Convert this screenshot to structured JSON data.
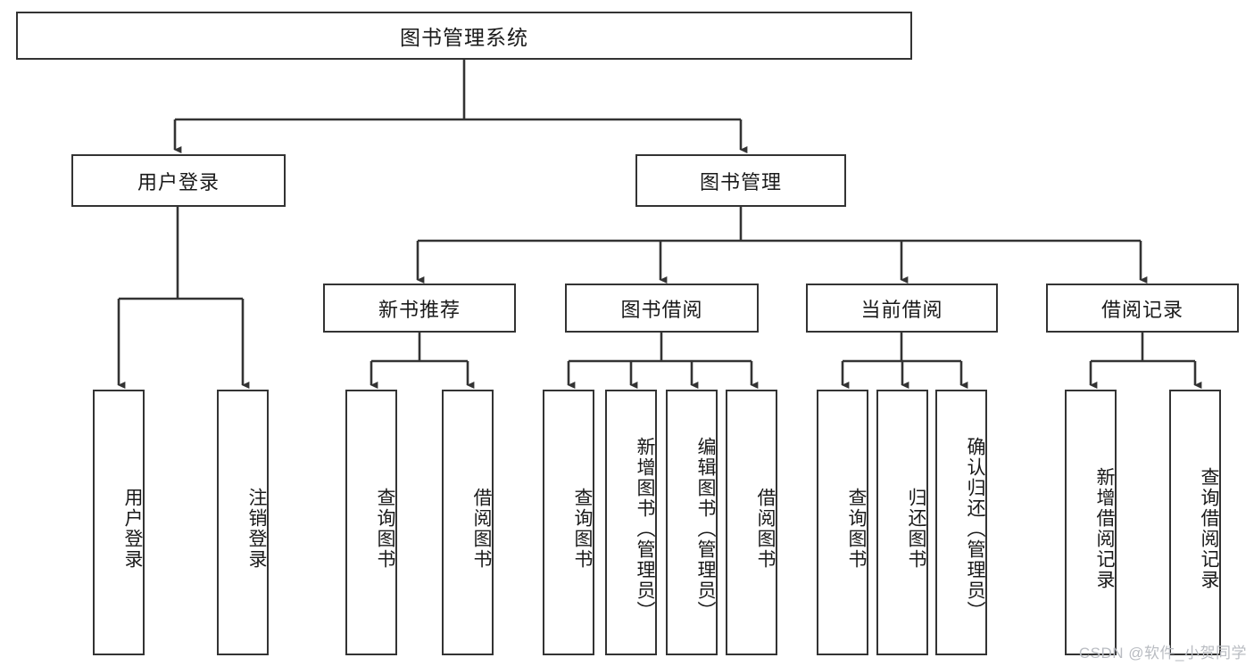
{
  "diagram": {
    "title": "图书管理系统",
    "type": "tree-hierarchy-diagram",
    "colors": {
      "box_border": "#333333",
      "box_fill": "#ffffff",
      "edge": "#333333",
      "text": "#1a1a1a",
      "watermark": "#b9bcc2"
    },
    "watermark": "CSDN @软件_小贺同学",
    "nodes": {
      "root": {
        "label": "图书管理系统"
      },
      "level2": [
        {
          "label": "用户登录"
        },
        {
          "label": "图书管理"
        }
      ],
      "level3": [
        {
          "label": "新书推荐"
        },
        {
          "label": "图书借阅"
        },
        {
          "label": "当前借阅"
        },
        {
          "label": "借阅记录"
        }
      ],
      "leaves": {
        "user_login": [
          {
            "label": "用户登录"
          },
          {
            "label": "注销登录"
          }
        ],
        "new_book_recommend": [
          {
            "label": "查询图书"
          },
          {
            "label": "借阅图书"
          }
        ],
        "book_borrow": [
          {
            "label": "查询图书"
          },
          {
            "label": "新增图书（管理员）"
          },
          {
            "label": "编辑图书（管理员）"
          },
          {
            "label": "借阅图书"
          }
        ],
        "current_borrow": [
          {
            "label": "查询图书"
          },
          {
            "label": "归还图书"
          },
          {
            "label": "确认归还（管理员）"
          }
        ],
        "borrow_record": [
          {
            "label": "新增借阅记录"
          },
          {
            "label": "查询借阅记录"
          }
        ]
      }
    }
  }
}
